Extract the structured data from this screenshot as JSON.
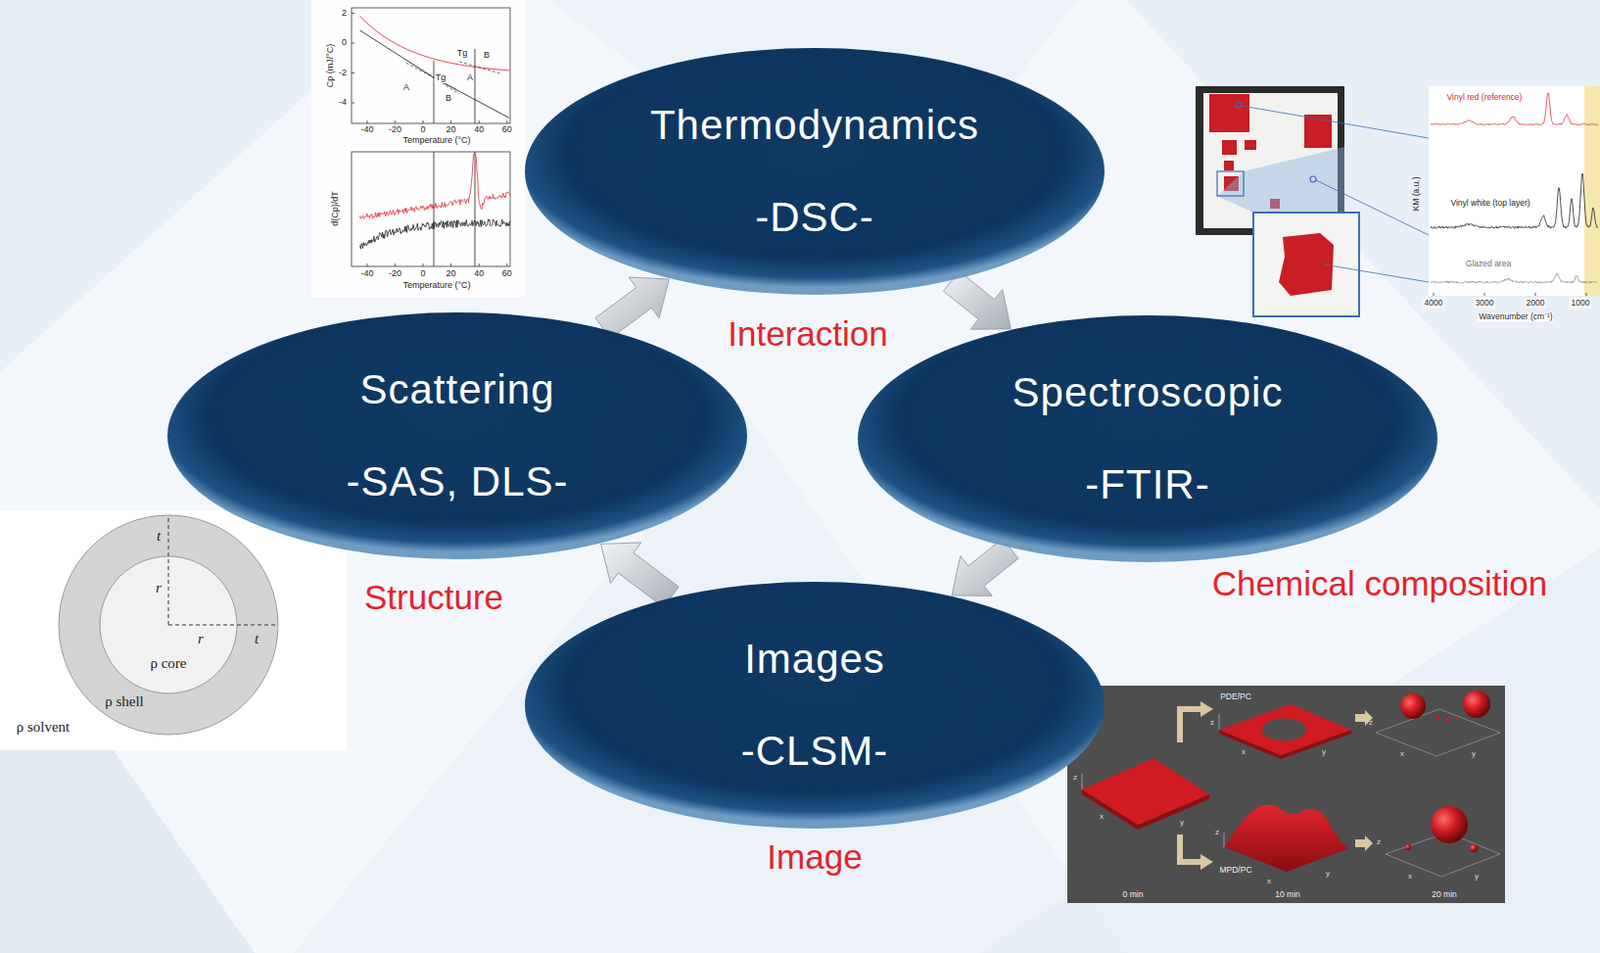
{
  "diagram": {
    "nodes": [
      {
        "text": [
          "Thermodynamics",
          "-DSC-"
        ]
      },
      {
        "text": [
          "Scattering",
          "-SAS, DLS-"
        ]
      },
      {
        "text": [
          "Spectroscopic",
          "-FTIR-"
        ]
      },
      {
        "text": [
          "Images",
          "-CLSM-"
        ]
      }
    ],
    "edges": [
      {
        "from": 0,
        "to": 2,
        "arrow": "to"
      },
      {
        "from": 2,
        "to": 3,
        "arrow": "to"
      },
      {
        "from": 3,
        "to": 1,
        "arrow": "to"
      },
      {
        "from": 1,
        "to": 0,
        "arrow": "to"
      }
    ],
    "labels": [
      "2",
      "0",
      "-2",
      "-4",
      "Cp (mJ/°C)",
      "-40",
      "-20",
      "0",
      "20",
      "40",
      "60",
      "Temperature (°C)",
      "A",
      "Tg",
      "B",
      "Tg",
      "B",
      "A",
      "d(Cp)/dT",
      "-40",
      "-20",
      "0",
      "20",
      "40",
      "60",
      "Temperature (°C)",
      "Vinyl red (reference)",
      "KM (a.u.)",
      "Vinyl white (top layer)",
      "Glazed area",
      "4000",
      "3000",
      "2000",
      "1000",
      "Wavenumber (cm⁻¹)",
      "Interaction",
      "Structure",
      "Chemical composition",
      "Image",
      "t",
      "r",
      "r",
      "t",
      "ρ core",
      "ρ shell",
      "ρ solvent",
      "PDE/PC",
      "MPD/PC",
      "0 min",
      "10 min",
      "20 min",
      "z",
      "x",
      "y",
      "z",
      "x",
      "y",
      "z",
      "x",
      "y",
      "z",
      "x",
      "y",
      "z",
      "x",
      "y"
    ]
  }
}
